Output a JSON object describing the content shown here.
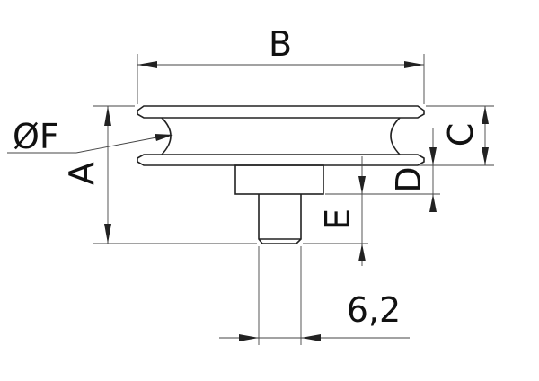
{
  "dimensions": {
    "A": "A",
    "B": "B",
    "C": "C",
    "D": "D",
    "E": "E",
    "F": "ØF",
    "shaft": "6,2"
  },
  "colors": {
    "line": "#222222",
    "background": "#ffffff"
  }
}
